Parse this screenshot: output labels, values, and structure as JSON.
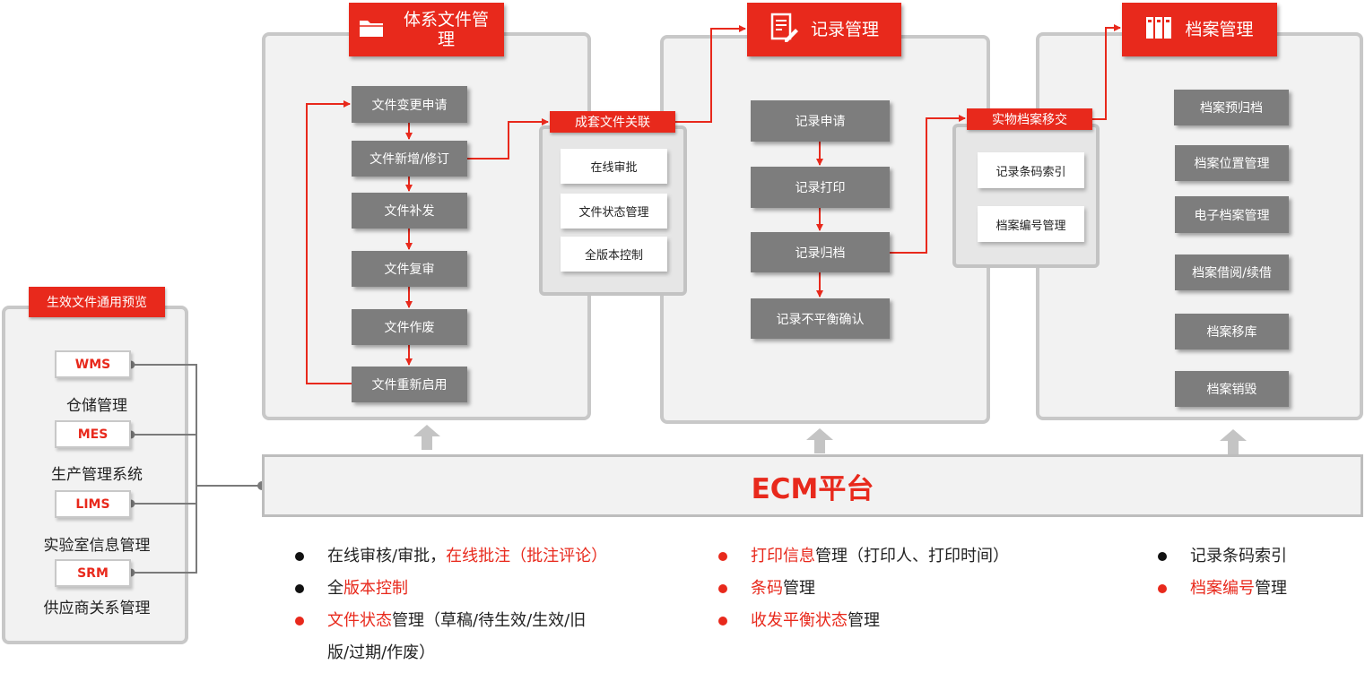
{
  "colors": {
    "accent": "#e8291c",
    "box_gray": "#7d7d7d",
    "panel_bg": "#f2f2f2",
    "panel_border": "#c8c8c8"
  },
  "preview": {
    "title": "生效文件通用预览",
    "systems": [
      {
        "code": "WMS",
        "name": "仓储管理"
      },
      {
        "code": "MES",
        "name": "生产管理系统"
      },
      {
        "code": "LIMS",
        "name": "实验室信息管理"
      },
      {
        "code": "SRM",
        "name": "供应商关系管理"
      }
    ]
  },
  "doc_mgmt": {
    "title": "体系文件管理",
    "icon": "folder-icon",
    "steps": [
      "文件变更申请",
      "文件新增/修订",
      "文件补发",
      "文件复审",
      "文件作废",
      "文件重新启用"
    ]
  },
  "set_link": {
    "label": "成套文件关联",
    "items": [
      "在线审批",
      "文件状态管理",
      "全版本控制"
    ]
  },
  "record_mgmt": {
    "title": "记录管理",
    "icon": "document-edit-icon",
    "steps": [
      "记录申请",
      "记录打印",
      "记录归档",
      "记录不平衡确认"
    ]
  },
  "transfer": {
    "label": "实物档案移交",
    "items": [
      "记录条码索引",
      "档案编号管理"
    ]
  },
  "archive_mgmt": {
    "title": "档案管理",
    "icon": "binders-icon",
    "items": [
      "档案预归档",
      "档案位置管理",
      "电子档案管理",
      "档案借阅/续借",
      "档案移库",
      "档案销毁"
    ]
  },
  "ecm": {
    "label": "ECM平台"
  },
  "features": {
    "col1": [
      {
        "dot": "black",
        "parts": [
          {
            "t": "在线审核/审批，",
            "red": false
          },
          {
            "t": "在线批注（批注评论）",
            "red": true
          }
        ]
      },
      {
        "dot": "black",
        "parts": [
          {
            "t": "全",
            "red": false
          },
          {
            "t": "版本控制",
            "red": true
          }
        ]
      },
      {
        "dot": "red",
        "parts": [
          {
            "t": "文件状态",
            "red": true
          },
          {
            "t": "管理（草稿/待生效/生效/旧",
            "red": false
          }
        ]
      },
      {
        "dot": "none",
        "parts": [
          {
            "t": "版/过期/作废）",
            "red": false
          }
        ]
      }
    ],
    "col2": [
      {
        "dot": "red",
        "parts": [
          {
            "t": "打印信息",
            "red": true
          },
          {
            "t": "管理（打印人、打印时间）",
            "red": false
          }
        ]
      },
      {
        "dot": "red",
        "parts": [
          {
            "t": "条码",
            "red": true
          },
          {
            "t": "管理",
            "red": false
          }
        ]
      },
      {
        "dot": "red",
        "parts": [
          {
            "t": "收发平衡状态",
            "red": true
          },
          {
            "t": "管理",
            "red": false
          }
        ]
      }
    ],
    "col3": [
      {
        "dot": "black",
        "parts": [
          {
            "t": "记录条码索引",
            "red": false
          }
        ]
      },
      {
        "dot": "red",
        "parts": [
          {
            "t": "档案编号",
            "red": true
          },
          {
            "t": "管理",
            "red": false
          }
        ]
      }
    ]
  }
}
